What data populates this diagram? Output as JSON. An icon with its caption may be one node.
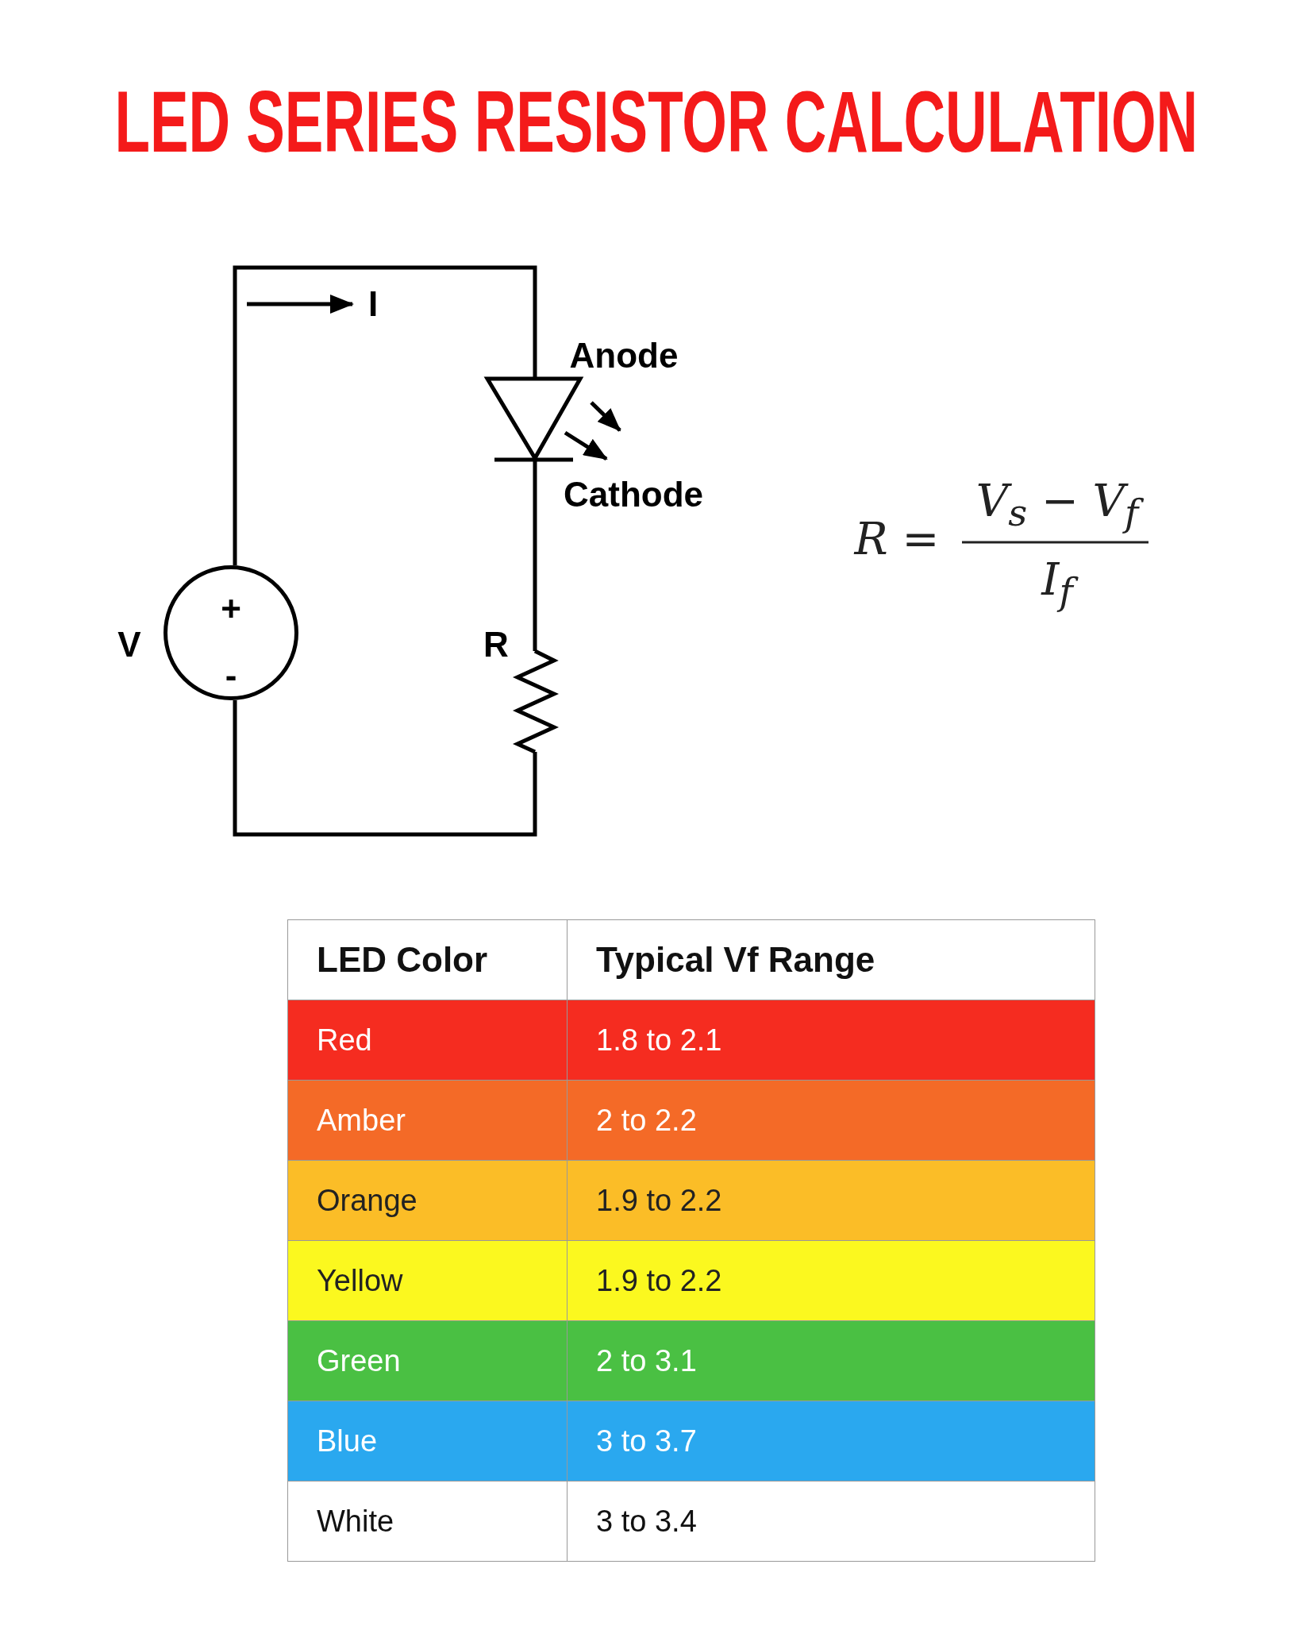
{
  "diagram": {
    "title": "LED SERIES RESISTOR CALCULATION",
    "nodes": [
      {
        "text": [
          "+",
          "-"
        ],
        "beside": [
          "V"
        ]
      },
      {
        "text": [],
        "shape": "diode",
        "beside": [
          "Anode",
          "Cathode"
        ]
      },
      {
        "text": [],
        "shape": "resistor",
        "beside": [
          "R"
        ]
      }
    ],
    "edges": [
      {
        "from": 0,
        "to": 1,
        "arrow": "none"
      },
      {
        "from": 1,
        "to": 2,
        "arrow": "none"
      },
      {
        "from": 2,
        "to": 0,
        "arrow": "none"
      }
    ],
    "labels": [
      "I",
      "R =",
      "V$_{s}$ − V$_{f}$",
      "I$_{f}$",
      "LED Color",
      "Typical Vf Range",
      "Red",
      "1.8 to 2.1",
      "Amber",
      "2 to 2.2",
      "Orange",
      "1.9 to 2.2",
      "Yellow",
      "1.9 to 2.2",
      "Green",
      "2 to 3.1",
      "Blue",
      "3 to 3.7",
      "White",
      "3 to 3.4"
    ]
  }
}
